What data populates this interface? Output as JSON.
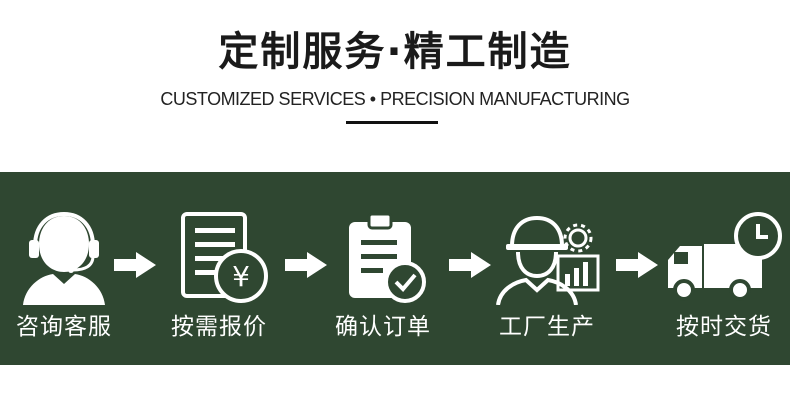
{
  "header": {
    "title": "定制服务·精工制造",
    "subtitle": "CUSTOMIZED SERVICES • PRECISION MANUFACTURING"
  },
  "colors": {
    "band": "#2f4731",
    "icon": "#ffffff",
    "title": "#1a1a1a"
  },
  "steps": [
    {
      "label": "咨询客服",
      "icon": "customer-service-icon"
    },
    {
      "label": "按需报价",
      "icon": "quote-document-icon"
    },
    {
      "label": "确认订单",
      "icon": "clipboard-check-icon"
    },
    {
      "label": "工厂生产",
      "icon": "factory-worker-icon"
    },
    {
      "label": "按时交货",
      "icon": "delivery-truck-icon"
    }
  ],
  "icons": {
    "arrow": "arrow-right-icon",
    "currency_symbol": "¥"
  }
}
